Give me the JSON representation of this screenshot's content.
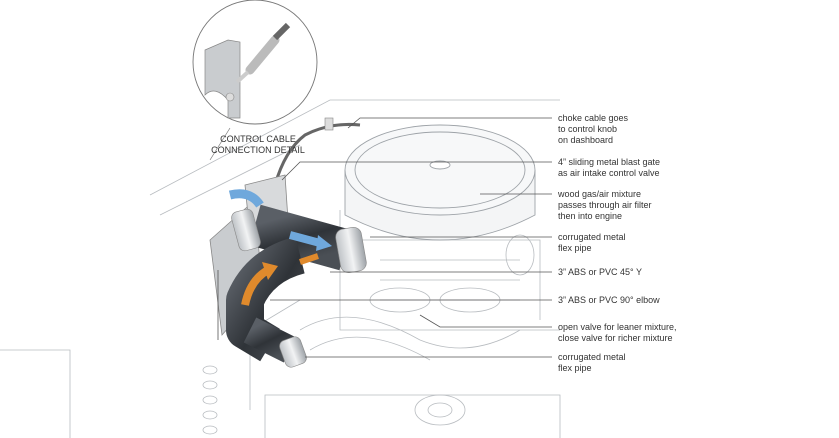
{
  "detail_caption": [
    "CONTROL CABLE",
    "CONNECTION DETAIL"
  ],
  "labels": [
    {
      "lines": [
        "choke cable goes",
        "to control knob",
        "on dashboard"
      ]
    },
    {
      "lines": [
        "4” sliding metal blast gate",
        "as air intake control valve"
      ]
    },
    {
      "lines": [
        "wood gas/air mixture",
        "passes through air filter",
        "then into engine"
      ]
    },
    {
      "lines": [
        "corrugated metal",
        "flex pipe"
      ]
    },
    {
      "lines": [
        "3” ABS or PVC 45° Y"
      ]
    },
    {
      "lines": [
        "3” ABS or PVC 90° elbow"
      ]
    },
    {
      "lines": [
        "open valve for leaner mixture,",
        "close valve for richer mixture"
      ]
    },
    {
      "lines": [
        "corrugated metal",
        "flex pipe"
      ]
    }
  ],
  "colors": {
    "pipe": "#3d4146",
    "air_arrow": "#6fa8dc",
    "gas_arrow": "#e08a2c",
    "line": "#555555"
  }
}
